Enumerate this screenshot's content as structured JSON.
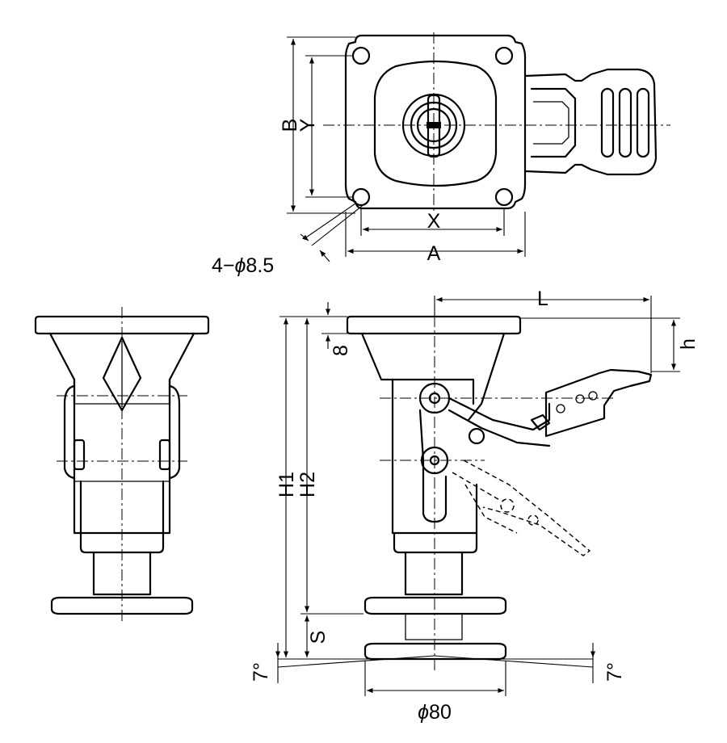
{
  "drawing": {
    "top_view": {
      "dim_B": "B",
      "dim_Y": "Y",
      "dim_X": "X",
      "dim_A": "A",
      "hole_callout": "4−",
      "hole_phi": "ϕ",
      "hole_size": "8.5"
    },
    "front_view": {
      "dim_L": "L",
      "dim_h": "h",
      "dim_8": "8",
      "dim_H1": "H1",
      "dim_H2": "H2",
      "dim_S": "S",
      "angle_left": "7°",
      "angle_right": "7°",
      "pad_phi": "ϕ",
      "pad_diameter": "80"
    }
  }
}
